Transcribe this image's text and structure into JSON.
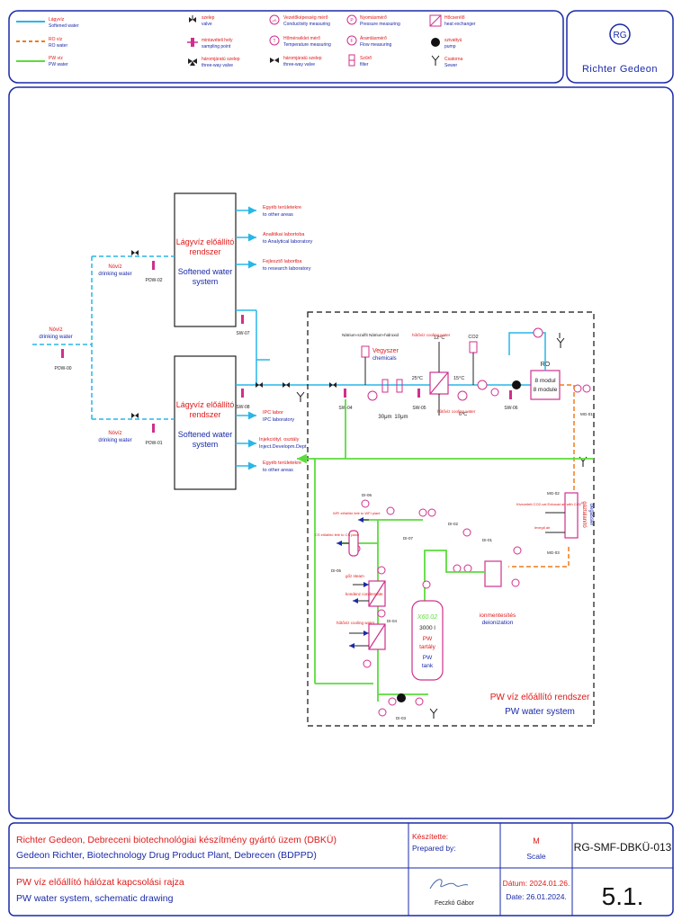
{
  "legend": {
    "softened": {
      "hu": "Lágyvíz",
      "en": "Softened water"
    },
    "ro": {
      "hu": "RO víz",
      "en": "RO water"
    },
    "pw": {
      "hu": "PW víz",
      "en": "PW water"
    },
    "valve": {
      "hu": "szelep",
      "en": "valve"
    },
    "sampling": {
      "hu": "mintavételi hely",
      "en": "sampling point"
    },
    "threeway": {
      "hu": "háromjáratú szelep",
      "en": "three-way valve"
    },
    "conductivity": {
      "hu": "Vezetőképesség mérő",
      "en": "Conductivity measuring"
    },
    "temperature": {
      "hu": "Hőmérséklet mérő",
      "en": "Temperature measuring"
    },
    "pressure": {
      "hu": "Nyomásmérő",
      "en": "Pressure measuring"
    },
    "flow": {
      "hu": "Áramlásmérő",
      "en": "Flow measuring"
    },
    "filter": {
      "hu": "Szűrő",
      "en": "filter"
    },
    "heatex": {
      "hu": "Hőcserélő",
      "en": "heat exchanger"
    },
    "pump": {
      "hu": "szivattyú",
      "en": "pump"
    },
    "sewer": {
      "hu": "Csatorna",
      "en": "Sewer"
    }
  },
  "logo": {
    "monogram": "RG",
    "name": "Richter Gedeon"
  },
  "colors": {
    "softened": "#29b6e8",
    "ro": "#f07b1a",
    "pw": "#5cdc3c",
    "frame": "#1a2aa8",
    "red": "#e01818",
    "blue": "#1a2aa8",
    "magenta": "#d0308c"
  },
  "diagram": {
    "drinking_main": {
      "hu": "Nóvíz",
      "en": "drinking water"
    },
    "drinking_a": {
      "hu": "Nóvíz",
      "en": "drinking water"
    },
    "drinking_b": {
      "hu": "Nóvíz",
      "en": "drinking water"
    },
    "pow_00": "POW-00",
    "pow_01": "POW-01",
    "pow_02": "POW-02",
    "box1": {
      "hu1": "Lágyvíz előállító",
      "hu2": "rendszer",
      "en1": "Softened water",
      "en2": "system"
    },
    "box2": {
      "hu1": "Lágyvíz előállító",
      "hu2": "rendszer",
      "en1": "Softened water",
      "en2": "system"
    },
    "out1": [
      {
        "hu": "Egyéb területekre",
        "en": "to other areas"
      },
      {
        "hu": "Analitikai labortoba",
        "en": "to Analytical laboratory"
      },
      {
        "hu": "Fejlesztő labortba",
        "en": "to research laboratory"
      }
    ],
    "out2": [
      {
        "hu": "IPC labor",
        "en": "IPC laboratory"
      },
      {
        "hu": "Injekciótyl. osztály",
        "en": "Inject.Developm.Dept."
      },
      {
        "hu": "Egyéb területekre",
        "en": "to other areas"
      }
    ],
    "sw07": "SW-07",
    "sw08": "SW-08",
    "sw04": "SW-04",
    "sw05": "SW-05",
    "sw06": "SW-06",
    "chem_top": "Nátrium-szulfit Nátrium-hidroxid",
    "chem": {
      "hu": "Vegyszer",
      "en": "chemicals"
    },
    "filter_30": "30μm",
    "filter_10": "10μm",
    "temp_25": "25°C",
    "temp_15": "15°C",
    "temp_12": "12°C",
    "temp_6": "6°C",
    "cooling_top": "hűtővíz cooling water",
    "cooling_bottom": "hűtővíz cooling water",
    "co2": "CO2",
    "ro_label": "RO",
    "ro_modules": [
      "8 modul",
      "8 module"
    ],
    "mg": [
      "MG-01",
      "MG-02",
      "MG-03"
    ],
    "degas": {
      "hu": "gáztalanító",
      "en": "degasser"
    },
    "exhaust": "Kivezetett CO2-val Exhaust air with CO2",
    "air": "levegő air",
    "di": [
      "DI-01",
      "DI-02"
    ],
    "ion": {
      "hu": "ionmentesítés",
      "en": "deionization"
    },
    "tank": {
      "code": "X60.02",
      "vol": "3000 l",
      "hu1": "PW",
      "hu2": "tartály",
      "en1": "PW",
      "en2": "tank"
    },
    "pw_side": [
      "DI-06",
      "DI-05",
      "DI-04",
      "DI-03",
      "DI-07"
    ],
    "wfi": "WFI előállító felé to WFI plant",
    "cs": "CS előállító felé to CS plant",
    "steam": "gőz steam",
    "condensate": "kondenz condensate",
    "cooling_pw": "hűtővíz cooling water",
    "pw_system": {
      "hu": "PW víz előállító rendszer",
      "en": "PW water system"
    }
  },
  "footer": {
    "company_hu": "Richter Gedeon, Debreceni biotechnológiai készítmény gyártó üzem (DBKÜ)",
    "company_en": "Gedeon Richter, Biotechnology Drug Product Plant, Debrecen (BDPPD)",
    "prepared_hu": "Készítette:",
    "prepared_en": "Prepared by:",
    "scale_value": "M",
    "scale_label": "Scale",
    "doc_id": "RG-SMF-DBKÜ-013",
    "title_hu": "PW víz előállító hálózat kapcsolási rajza",
    "title_en": "PW water system, schematic drawing",
    "author": "Feczkó Gábor",
    "date_hu": "Dátum: 2024.01.26.",
    "date_en": "Date: 26.01.2024.",
    "sheet": "5.1."
  }
}
